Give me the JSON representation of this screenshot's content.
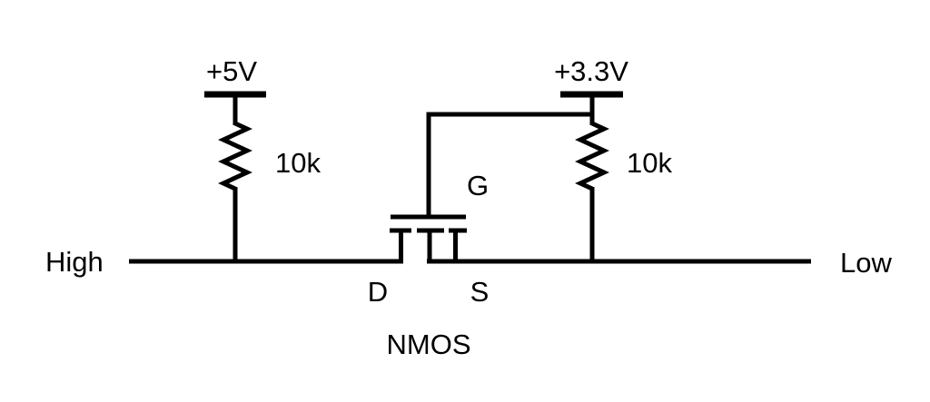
{
  "diagram_type": "circuit-schematic",
  "colors": {
    "line": "#000000",
    "text": "#000000",
    "background": "#ffffff"
  },
  "labels": {
    "left_signal": "High",
    "right_signal": "Low",
    "left_supply": "+5V",
    "right_supply": "+3.3V",
    "left_resistor": "10k",
    "right_resistor": "10k",
    "gate": "G",
    "drain": "D",
    "source": "S",
    "transistor": "NMOS"
  }
}
